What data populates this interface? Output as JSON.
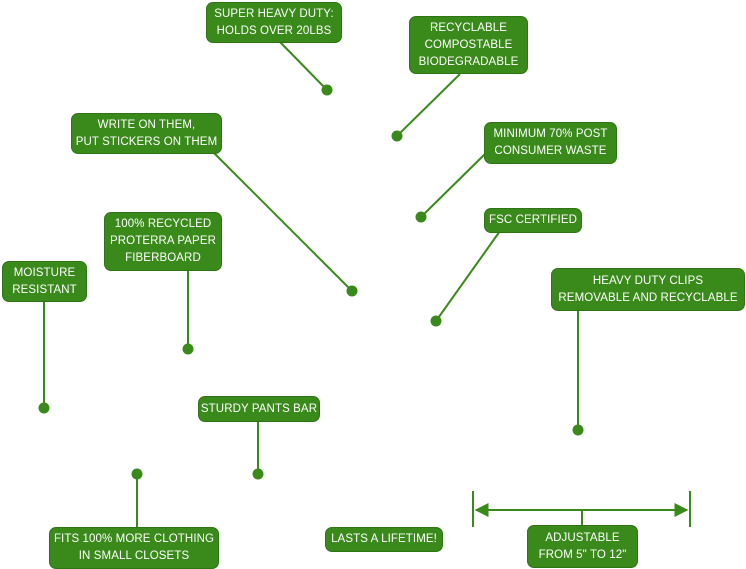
{
  "colors": {
    "callout_fill": "#3a8a1b",
    "callout_border": "#2f7414",
    "leader_line": "#3a8a1b",
    "text": "#ffffff"
  },
  "callouts": {
    "super_heavy_duty": {
      "line1": "SUPER HEAVY DUTY:",
      "line2": "HOLDS OVER 20LBS"
    },
    "recyclable": {
      "line1": "RECYCLABLE",
      "line2": "COMPOSTABLE",
      "line3": "BIODEGRADABLE"
    },
    "write_on_them": {
      "line1": "WRITE ON THEM,",
      "line2": "PUT STICKERS ON THEM"
    },
    "post_consumer": {
      "line1": "MINIMUM 70% POST",
      "line2": "CONSUMER WASTE"
    },
    "recycled_paper": {
      "line1": "100% RECYCLED",
      "line2": "PROTERRA PAPER",
      "line3": "FIBERBOARD"
    },
    "fsc_certified": {
      "line1": "FSC CERTIFIED"
    },
    "moisture_resistant": {
      "line1": "MOISTURE",
      "line2": "RESISTANT"
    },
    "heavy_duty_clips": {
      "line1": "HEAVY DUTY CLIPS",
      "line2": "REMOVABLE AND RECYCLABLE"
    },
    "sturdy_pants_bar": {
      "line1": "STURDY PANTS BAR"
    },
    "fits_more_clothing": {
      "line1": "FITS 100% MORE CLOTHING",
      "line2": "IN SMALL CLOSETS"
    },
    "lasts_a_lifetime": {
      "line1": "LASTS A LIFETIME!"
    },
    "adjustable": {
      "line1": "ADJUSTABLE",
      "line2": "FROM 5\" TO 12\""
    }
  }
}
